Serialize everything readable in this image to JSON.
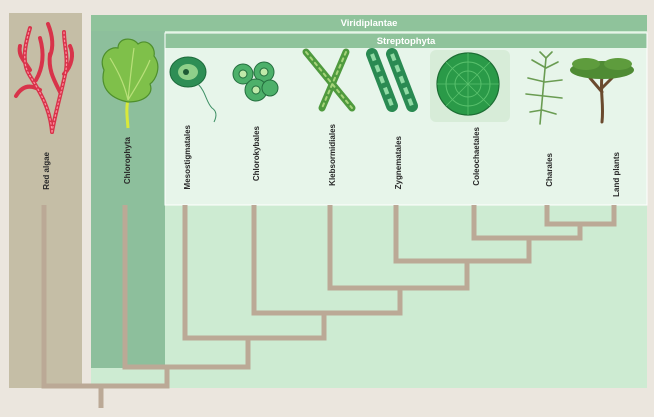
{
  "groups": {
    "viridiplantae": "Viridiplantae",
    "streptophyta": "Streptophyta"
  },
  "taxa": {
    "red_algae": "Red algae",
    "chlorophyta": "Chlorophyta",
    "mesostigmatales": "Mesostigmatales",
    "chlorokybales": "Chlorokybales",
    "klebsormidiales": "Klebsormidiales",
    "zygnematales": "Zygnematales",
    "coleochaetales": "Coleochaetales",
    "charales": "Charales",
    "land_plants": "Land plants"
  },
  "colors": {
    "background": "#ebe6de",
    "red_algae_panel": "#c5bea6",
    "viridiplantae_bar": "#8fc39b",
    "viridiplantae_panel": "#cdebd2",
    "chlorophyta_panel": "#8dbf9c",
    "streptophyta_panel": "#e7f5ea",
    "tree_branch": "#bba996",
    "red_alga": "#e0394f",
    "green_alga": "#5cae4a"
  }
}
